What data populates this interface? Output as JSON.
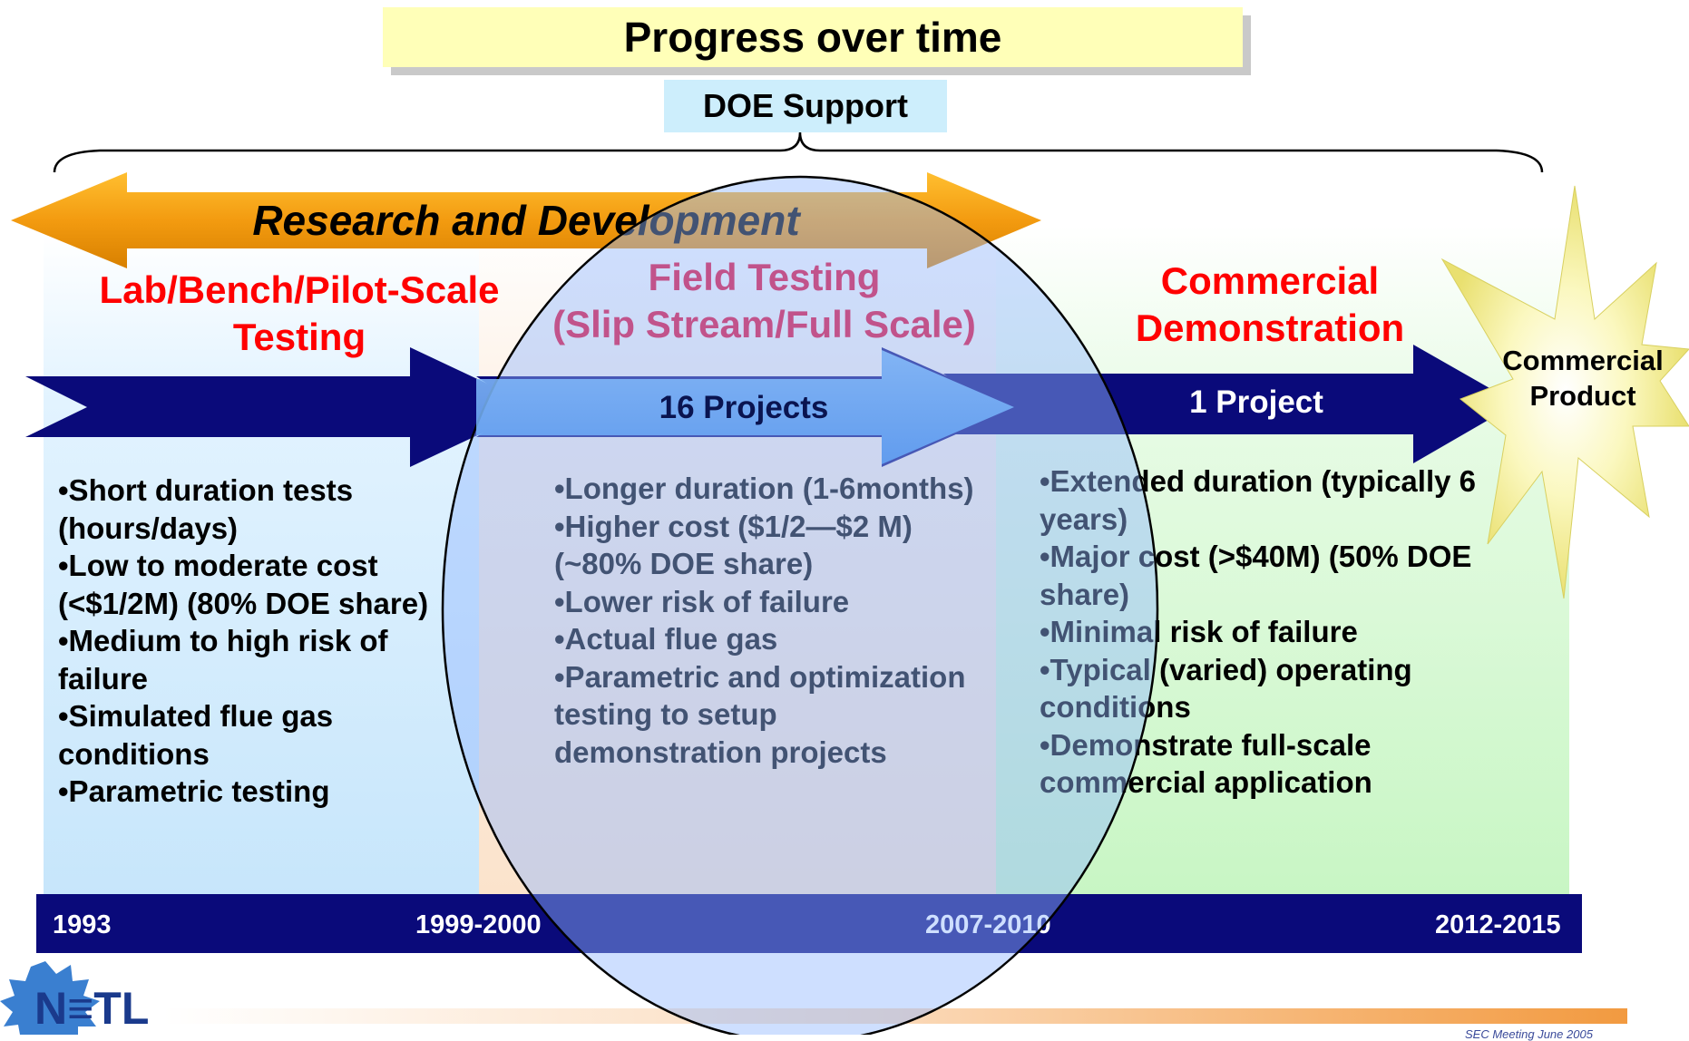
{
  "title": "Progress over time",
  "support_label": "DOE Support",
  "rd_label": "Research and Development",
  "phases": {
    "lab": {
      "title_line1": "Lab/Bench/Pilot-Scale",
      "title_line2": "Testing"
    },
    "field": {
      "title_line1": "Field Testing",
      "title_line2": "(Slip Stream/Full Scale)",
      "projects": "16 Projects"
    },
    "commercial": {
      "title_line1": "Commercial",
      "title_line2": "Demonstration",
      "projects": "1 Project"
    }
  },
  "bullets": {
    "lab": [
      "•Short duration tests",
      "(hours/days)",
      "•Low to moderate cost",
      "(<$1/2M) (80% DOE share)",
      "•Medium to high risk of",
      "failure",
      "•Simulated flue gas",
      "conditions",
      "•Parametric testing"
    ],
    "field": [
      "•Longer duration (1-6months)",
      "•Higher cost ($1/2—$2 M)",
      "(~80% DOE share)",
      "•Lower risk of failure",
      "•Actual flue gas",
      "•Parametric and optimization",
      "testing to setup",
      "demonstration projects"
    ],
    "commercial": [
      "•Extended duration (typically 6",
      "years)",
      "•Major cost (>$40M) (50% DOE",
      "share)",
      "•Minimal risk of failure",
      "•Typical (varied) operating",
      "conditions",
      "•Demonstrate full-scale",
      "commercial application"
    ]
  },
  "star": {
    "line1": "Commercial",
    "line2": "Product"
  },
  "timeline": [
    "1993",
    "1999-2000",
    "2007-2010",
    "2012-2015"
  ],
  "logo": "N≡TL",
  "footer": "SEC Meeting June 2005",
  "colors": {
    "navy": "#0a0a7a",
    "orange": "#f0930a",
    "red_title": "#ff0000",
    "star_yellow": "#f6f08c"
  }
}
